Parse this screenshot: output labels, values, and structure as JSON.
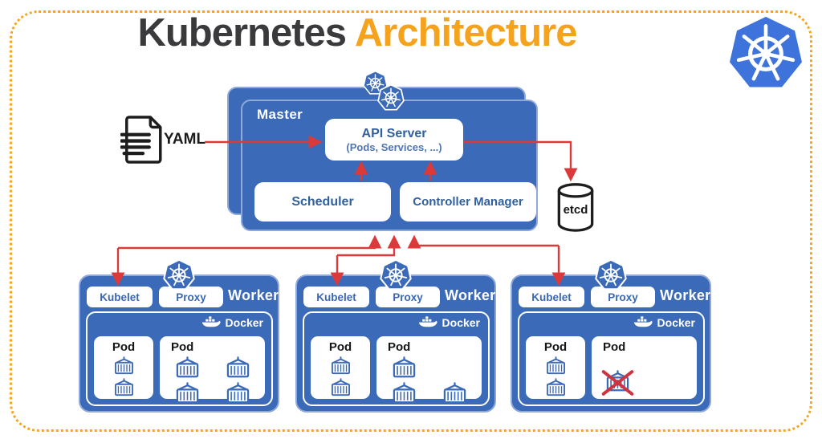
{
  "title": {
    "text_dark": "Kubernetes",
    "text_orange": "Architecture"
  },
  "colors": {
    "box_blue": "#3B6AB8",
    "logo_blue": "#3E73DB",
    "arrow_red": "#DC3A3A",
    "title_orange": "#F5A31C",
    "title_dark": "#3A3A3C",
    "border_orange": "#F3A71E",
    "cross_red": "#CD3340"
  },
  "icons": {
    "kubernetes": "heptagon-ship-wheel",
    "docker": "whale-with-containers",
    "yaml": "document-with-lines",
    "etcd": "database-cylinder",
    "container": "shipping-container",
    "failed_container": "red-cross-mark"
  },
  "yaml": {
    "label": "YAML"
  },
  "etcd": {
    "label": "etcd"
  },
  "master": {
    "label": "Master",
    "api_server_title": "API Server",
    "api_server_subtitle": "(Pods, Services, ...)",
    "scheduler": "Scheduler",
    "controller_manager": "Controller Manager"
  },
  "workers": [
    {
      "label": "Worker",
      "kubelet": "Kubelet",
      "proxy": "Proxy",
      "docker": "Docker",
      "pods": [
        {
          "label": "Pod",
          "container_count": 2
        },
        {
          "label": "Pod",
          "container_count": 4
        }
      ]
    },
    {
      "label": "Worker",
      "kubelet": "Kubelet",
      "proxy": "Proxy",
      "docker": "Docker",
      "pods": [
        {
          "label": "Pod",
          "container_count": 2
        },
        {
          "label": "Pod",
          "container_count": 3
        }
      ]
    },
    {
      "label": "Worker",
      "kubelet": "Kubelet",
      "proxy": "Proxy",
      "docker": "Docker",
      "pods": [
        {
          "label": "Pod",
          "container_count": 2
        },
        {
          "label": "Pod",
          "container_count": 1,
          "failed": true
        }
      ]
    }
  ]
}
